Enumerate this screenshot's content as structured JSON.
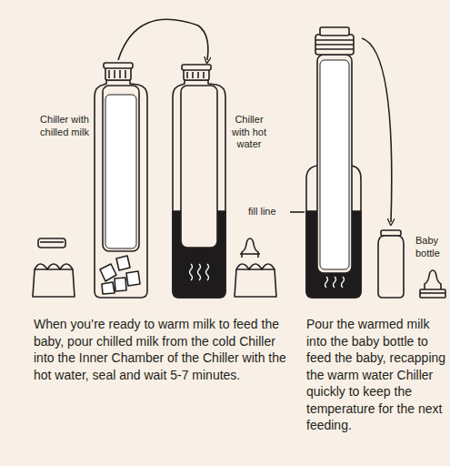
{
  "diagram": {
    "labels": [
      "Chiller with chilled milk",
      "Chiller with hot water",
      "fill line",
      "Baby bottle",
      "When you’re ready to warm milk to feed the baby, pour chilled milk from the cold Chiller into the Inner Chamber of the Chiller with the hot water, seal and wait 5-7 minutes.",
      "Pour the warmed milk into the baby bottle to feed the baby, recapping the warm water Chiller quickly to keep the temperature for the next feeding."
    ]
  }
}
